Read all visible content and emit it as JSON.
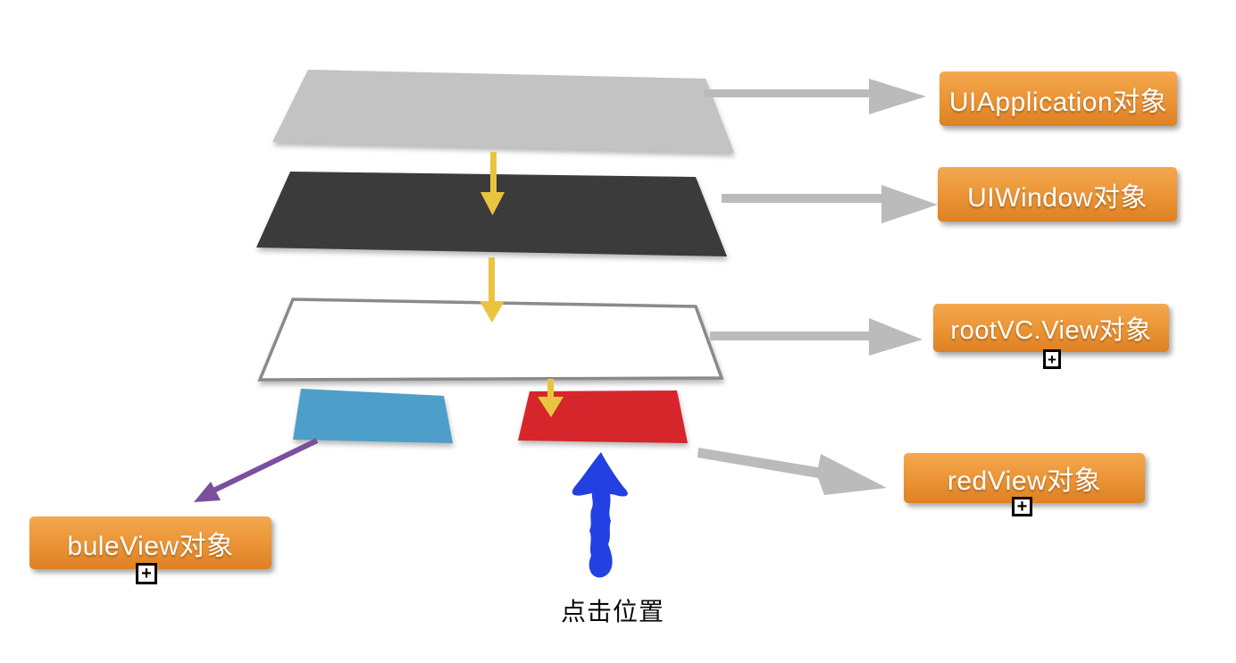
{
  "diagram": {
    "background": "#ffffff",
    "layers": [
      {
        "name": "uiapplication-layer",
        "label": "UIApplication对象",
        "fill": "#c3c3c3"
      },
      {
        "name": "uiwindow-layer",
        "label": "UIWindow对象",
        "fill": "#3b3b3b"
      },
      {
        "name": "rootvc-view-layer",
        "label": "rootVC.View对象",
        "fill": "#ffffff",
        "stroke": "#8a8a8a"
      },
      {
        "name": "bule-view",
        "label": "buleView对象",
        "fill": "#4d9fca"
      },
      {
        "name": "red-view",
        "label": "redView对象",
        "fill": "#d6262c"
      }
    ],
    "flow_arrow_color": "#e9c53f",
    "label_arrow_color": "#bbbbbb",
    "bule_view_arrow_color": "#7b4f9e",
    "click_arrow": {
      "label": "点击位置",
      "color": "#2341e2"
    },
    "expand_marker": {
      "glyph": "+",
      "count": 3
    },
    "label_style": {
      "bg_top": "#f4a84f",
      "bg_bottom": "#dd8124",
      "text_color": "#ffffff"
    }
  }
}
